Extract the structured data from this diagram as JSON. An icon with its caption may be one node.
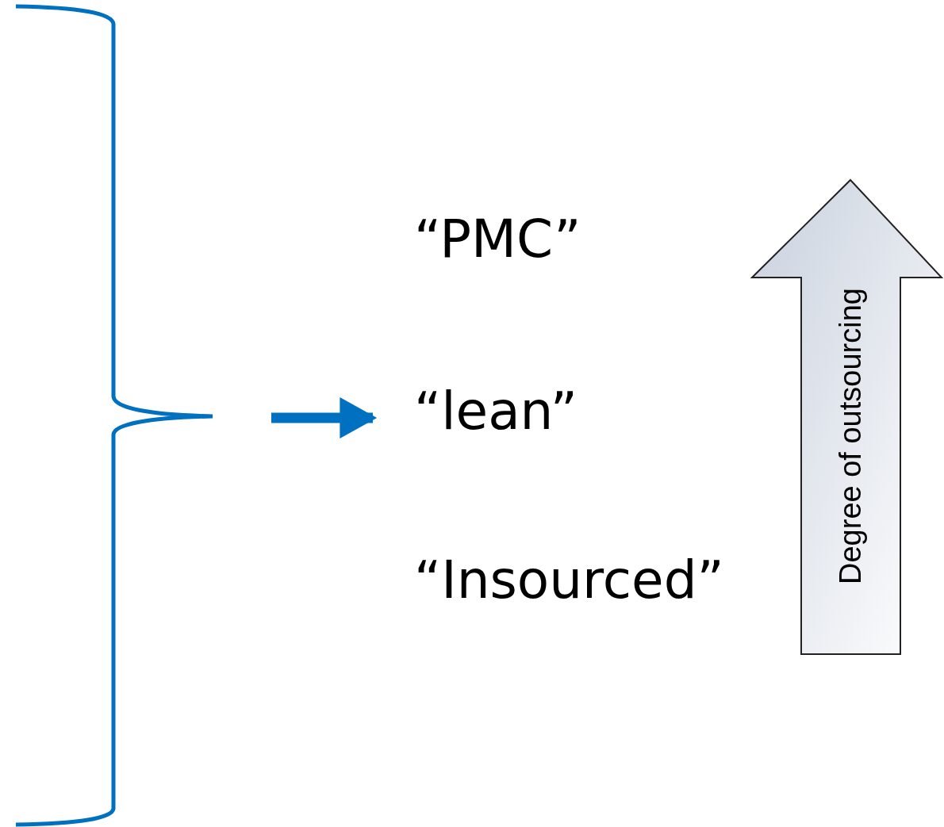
{
  "diagram": {
    "nodes": [
      {
        "text": [
          "“PMC”"
        ]
      },
      {
        "text": [
          "“lean”"
        ]
      },
      {
        "text": [
          "“Insourced”"
        ]
      },
      {
        "text": [
          "Degree of outsourcing"
        ]
      }
    ],
    "edges": [
      {
        "from": null,
        "to": 1,
        "arrow": "to"
      }
    ]
  }
}
